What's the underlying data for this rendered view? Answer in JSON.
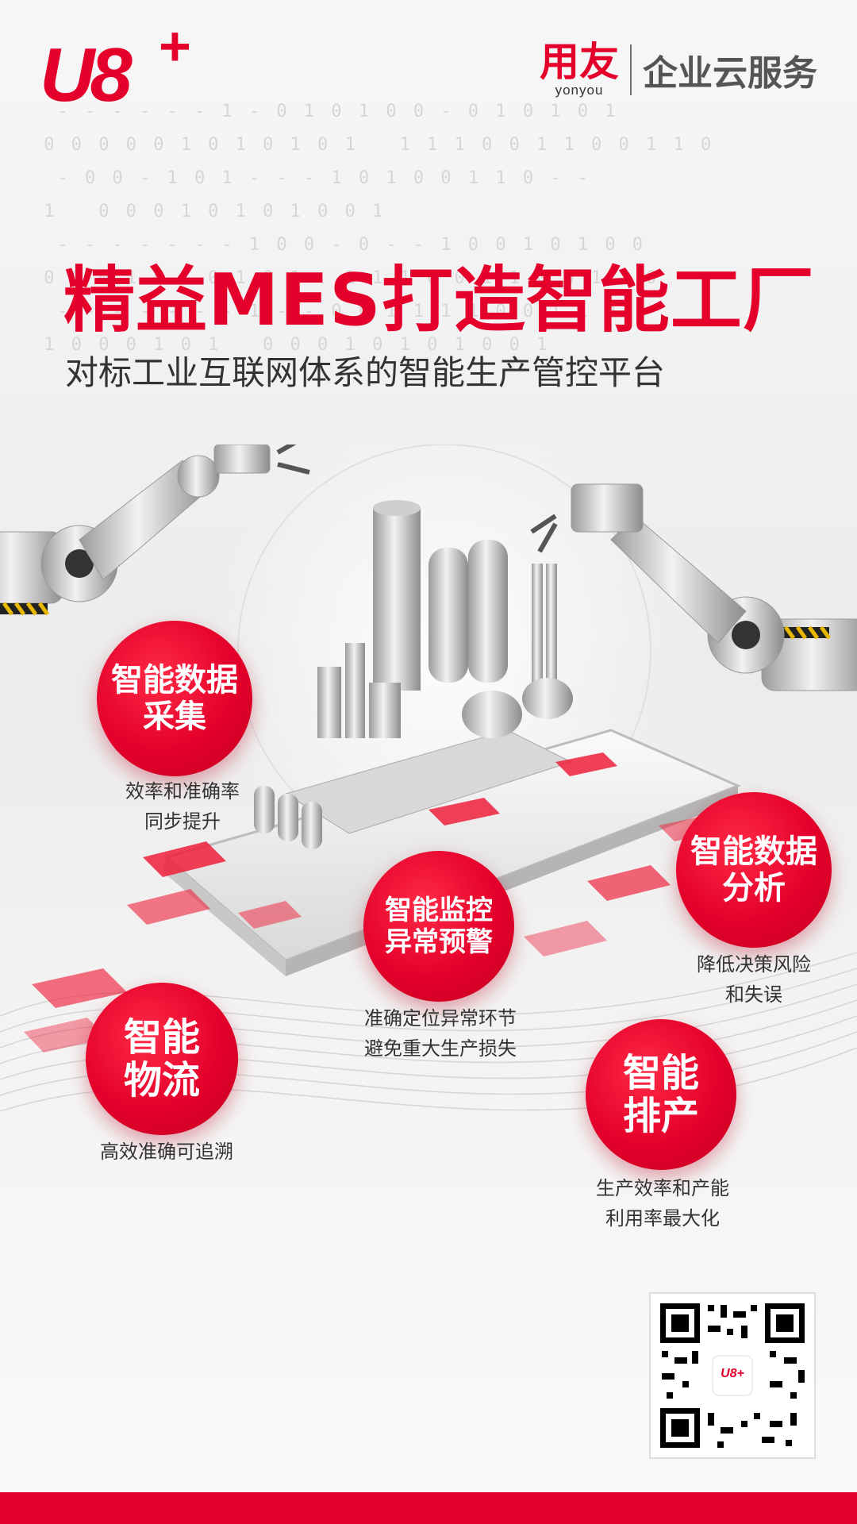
{
  "logo": {
    "text": "U8",
    "plus": "+"
  },
  "brand": {
    "name_cn": "用友",
    "name_en": "yonyou",
    "service": "企业云服务"
  },
  "headline": {
    "title": "精益MES打造智能工厂",
    "subtitle": "对标工业互联网体系的智能生产管控平台"
  },
  "features": [
    {
      "line1": "智能数据",
      "line2": "采集",
      "desc1": "效率和准确率",
      "desc2": "同步提升"
    },
    {
      "line1": "智能监控",
      "line2": "异常预警",
      "desc1": "准确定位异常环节",
      "desc2": "避免重大生产损失"
    },
    {
      "line1": "智能数据",
      "line2": "分析",
      "desc1": "降低决策风险",
      "desc2": "和失误"
    },
    {
      "line1": "智能",
      "line2": "物流",
      "desc1": "高效准确可追溯",
      "desc2": ""
    },
    {
      "line1": "智能",
      "line2": "排产",
      "desc1": "生产效率和产能",
      "desc2": "利用率最大化"
    }
  ],
  "qr": {
    "badge": "U8+"
  },
  "colors": {
    "brand_red": "#e4002b"
  }
}
